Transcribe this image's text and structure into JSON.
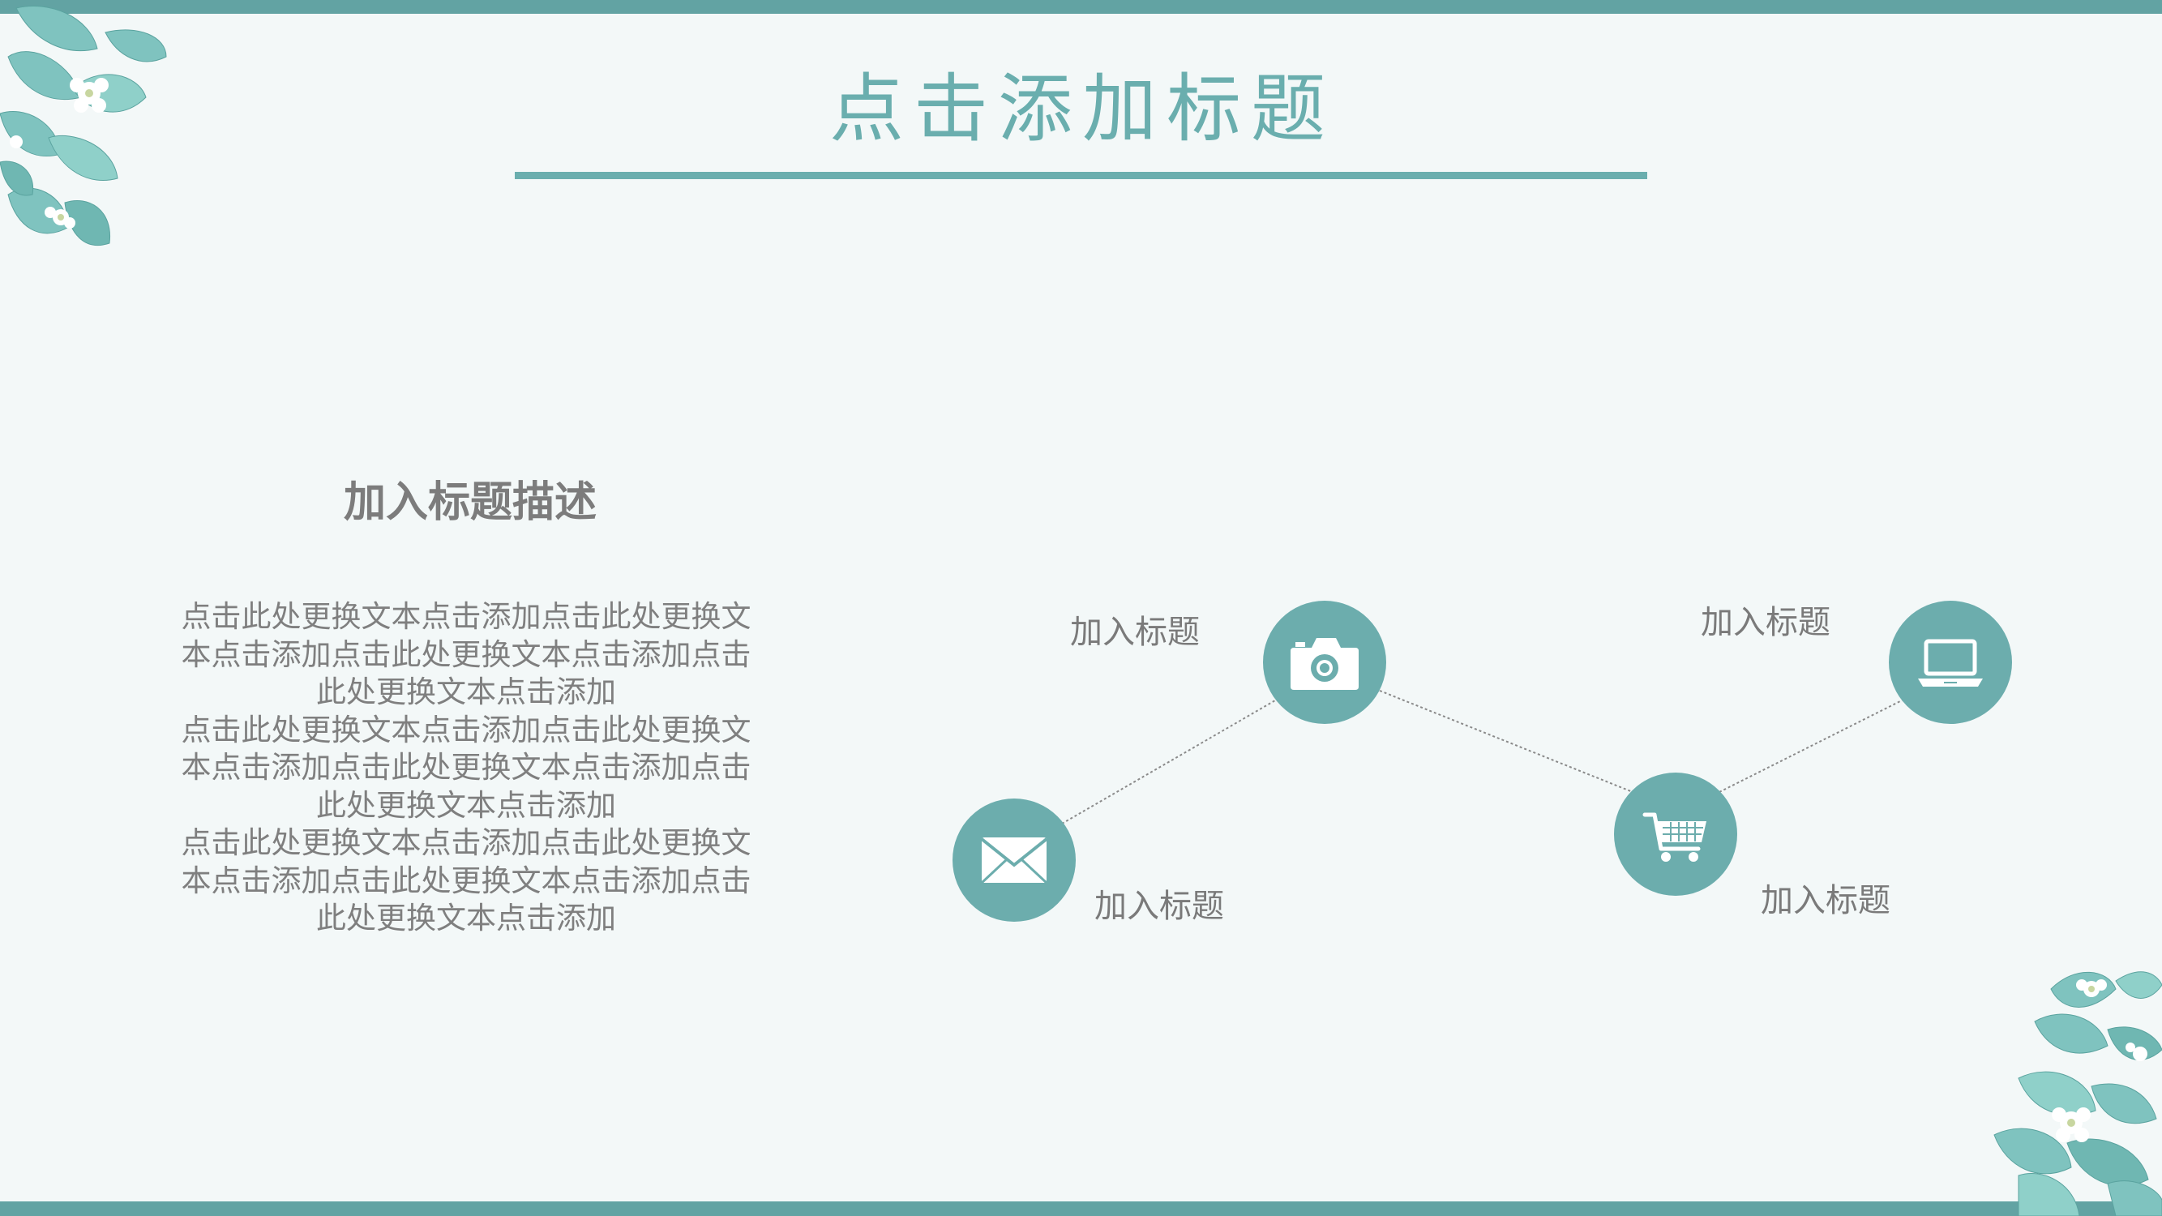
{
  "slide": {
    "title": "点击添加标题",
    "accent_color": "#62a3a3",
    "background_color": "#f3f8f8"
  },
  "description": {
    "heading": "加入标题描述",
    "paragraphs": [
      "点击此处更换文本点击添加点击此处更换文本点击添加点击此处更换文本点击添加点击此处更换文本点击添加",
      "点击此处更换文本点击添加点击此处更换文本点击添加点击此处更换文本点击添加点击此处更换文本点击添加",
      "点击此处更换文本点击添加点击此处更换文本点击添加点击此处更换文本点击添加点击此处更换文本点击添加"
    ]
  },
  "diagram": {
    "nodes": [
      {
        "icon": "envelope-icon",
        "label": "加入标题"
      },
      {
        "icon": "camera-icon",
        "label": "加入标题"
      },
      {
        "icon": "shopping-cart-icon",
        "label": "加入标题"
      },
      {
        "icon": "laptop-icon",
        "label": "加入标题"
      }
    ]
  },
  "decorations": {
    "top_left": "leaves-flowers-decoration",
    "bottom_right": "leaves-flowers-decoration"
  }
}
